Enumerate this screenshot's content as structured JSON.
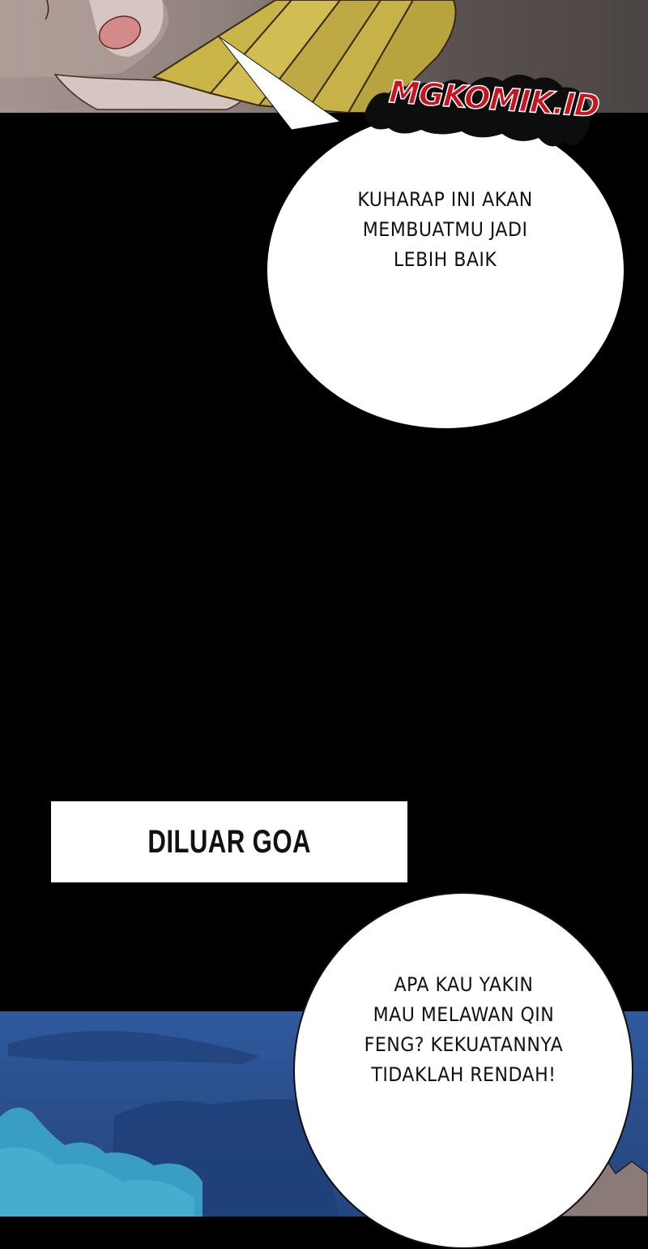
{
  "page": {
    "type": "manga-webtoon-page",
    "watermark": "MGKOMIK.ID",
    "colors": {
      "background": "#000000",
      "watermark_red": "#c8141e",
      "bubble_fill": "#ffffff",
      "sky_blue": "#2a4f8c",
      "cloud_cyan": "#3a9ec4"
    }
  },
  "panels": [
    {
      "id": "top-panel",
      "description": "close-up of character holding yellow scroll/object"
    },
    {
      "id": "bottom-panel",
      "description": "night sky with clouds, character's spiky hair in lower right"
    }
  ],
  "speech_bubbles": [
    {
      "id": "bubble-1",
      "text": "KUHARAP INI AKAN\nMEMBUATMU JADI\nLEBIH BAIK"
    },
    {
      "id": "bubble-2",
      "text": "APA KAU YAKIN\nMAU MELAWAN QIN\nFENG? KEKUATANNYA\nTIDAKLAH RENDAH!"
    }
  ],
  "captions": [
    {
      "id": "caption-1",
      "text": "DILUAR GOA"
    }
  ]
}
